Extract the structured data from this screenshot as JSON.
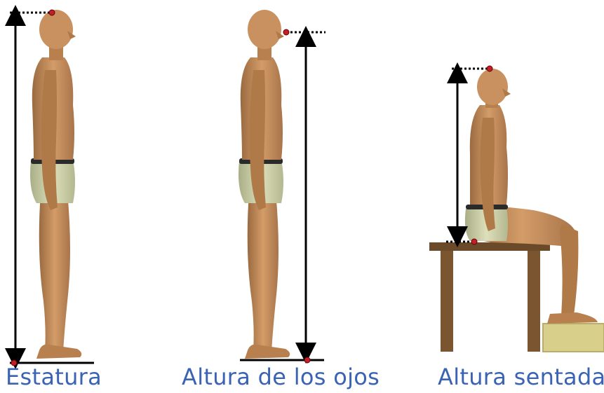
{
  "panels": [
    {
      "caption": "Estatura",
      "pose": "standing",
      "measure": "head-top-to-floor"
    },
    {
      "caption": "Altura de los ojos",
      "pose": "standing",
      "measure": "eye-to-floor"
    },
    {
      "caption": "Altura sentada",
      "pose": "seated",
      "measure": "head-top-to-seat"
    }
  ],
  "colors": {
    "caption": "#3a63b4",
    "skin": "#c8915f",
    "skin_shadow": "#9a6a40",
    "underwear": "#cfd3ad",
    "waistband": "#2a2a2a",
    "arrow": "#000000",
    "marker": "#c0202a",
    "stool": "#6b4a2a",
    "footrest": "#d8cf8a"
  }
}
